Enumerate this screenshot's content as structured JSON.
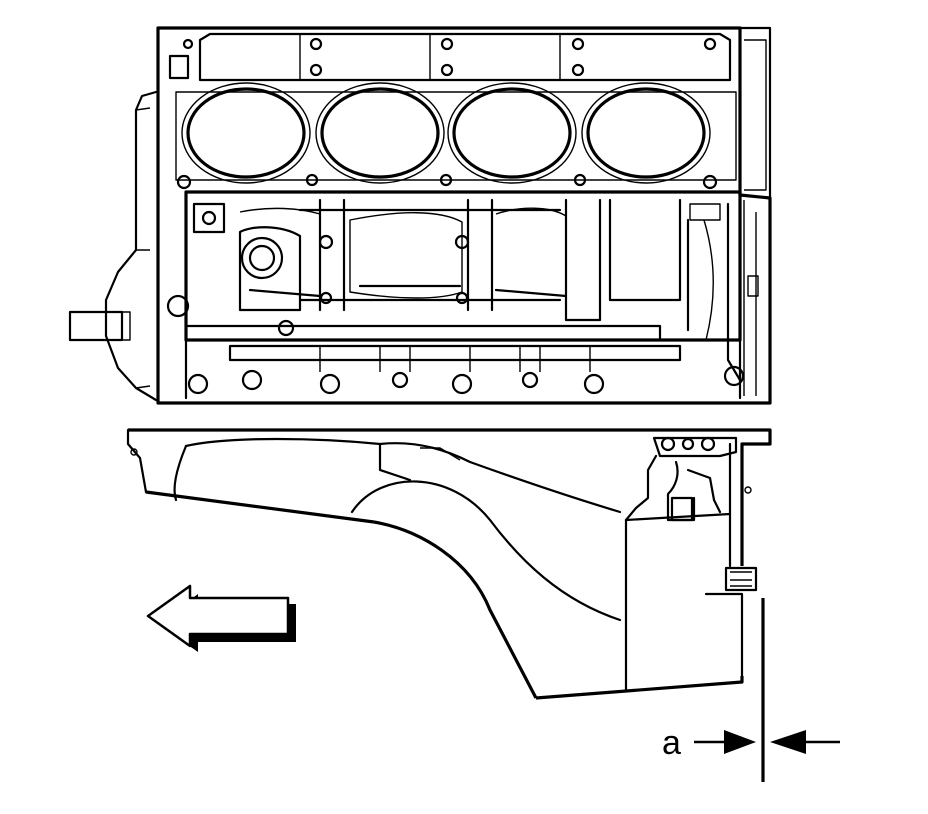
{
  "figure": {
    "callout_label": "a",
    "colors": {
      "line": "#000000",
      "background": "#ffffff",
      "arrow_fill": "#ffffff"
    },
    "parts": [
      "engine-block",
      "oil-pan",
      "front-direction-arrow",
      "clearance-dimension"
    ]
  }
}
